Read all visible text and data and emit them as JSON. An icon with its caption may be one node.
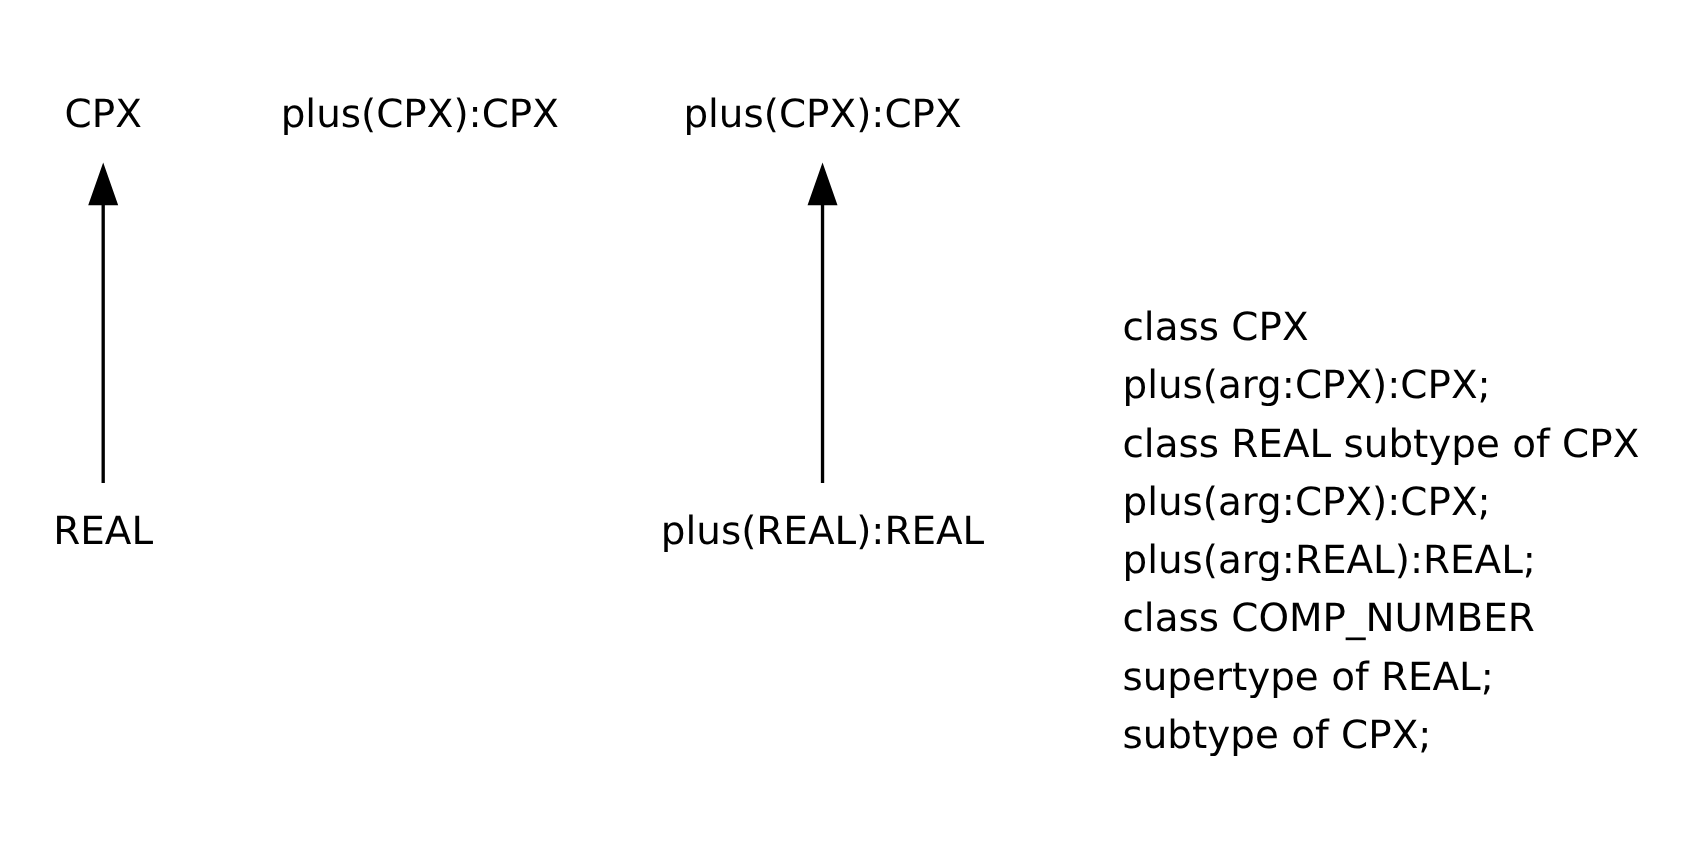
{
  "diagram": {
    "nodes": [
      {
        "text": [
          "CPX"
        ],
        "beside": [
          "plus(CPX):CPX"
        ]
      },
      {
        "text": [
          "REAL"
        ]
      },
      {
        "text": [
          "plus(CPX):CPX"
        ]
      },
      {
        "text": [
          "plus(REAL):REAL"
        ]
      }
    ],
    "edges": [
      {
        "from": 1,
        "to": 0,
        "arrow": "to"
      },
      {
        "from": 3,
        "to": 2,
        "arrow": "to"
      }
    ],
    "labels": [
      "class CPX",
      "plus(arg:CPX):CPX;",
      "class REAL subtype of CPX",
      "plus(arg:CPX):CPX;",
      "plus(arg:REAL):REAL;",
      "class COMP_NUMBER",
      "supertype of REAL;",
      "subtype of CPX;"
    ]
  }
}
